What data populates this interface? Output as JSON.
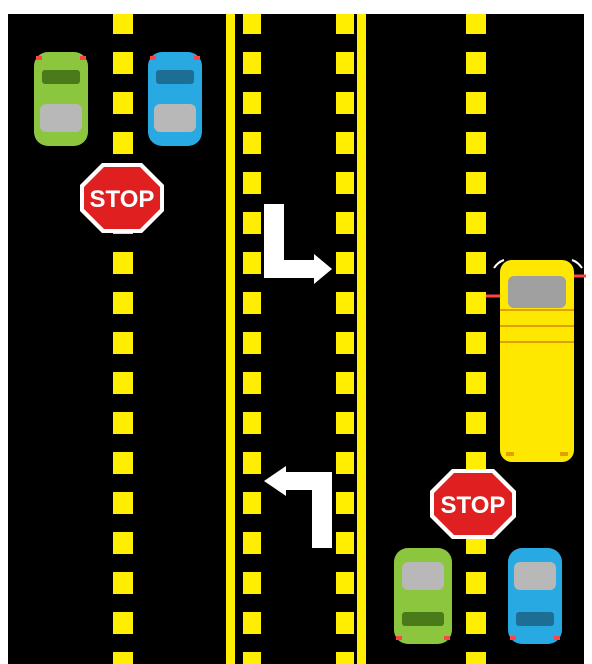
{
  "colors": {
    "road": "#000000",
    "background": "#ffffff",
    "line_yellow": "#ffee00",
    "stop_red": "#e02020",
    "stop_border": "#ffffff",
    "arrow_white": "#ffffff",
    "car_green": "#8cc63f",
    "car_blue": "#29a9e1",
    "bus_yellow": "#ffe800",
    "bus_detail": "#e0a000",
    "window_gray": "#a0a0a0"
  },
  "signs": {
    "top_left_stop": "STOP",
    "bottom_right_stop": "STOP"
  },
  "icons": {
    "arrow_down_right": "arrow-turn-down-right-icon",
    "arrow_up_left": "arrow-turn-up-left-icon"
  },
  "vehicles": {
    "top_left_green": "green-car",
    "top_left_blue": "blue-car",
    "right_bus": "school-bus",
    "bottom_right_green": "green-car",
    "bottom_right_blue": "blue-car"
  }
}
